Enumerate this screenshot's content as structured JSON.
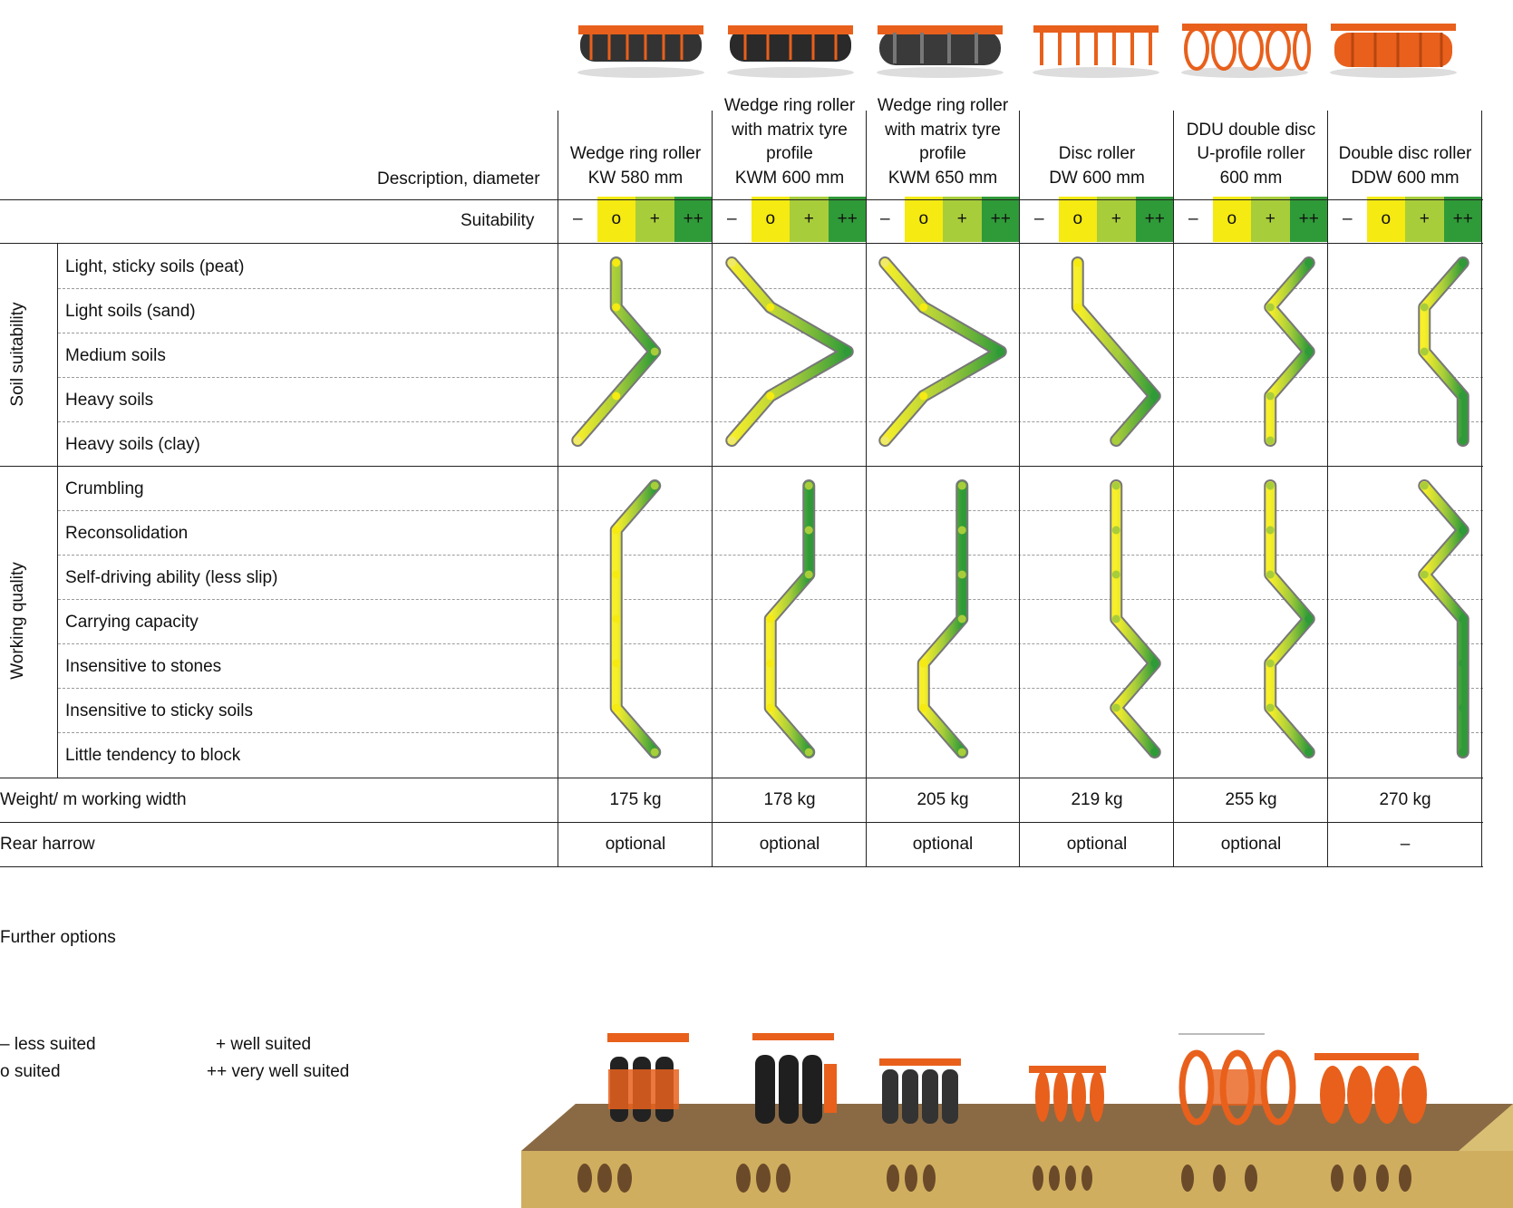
{
  "header": {
    "description_label": "Description, diameter",
    "suitability_label": "Suitability",
    "scale_symbols": [
      "–",
      "o",
      "+",
      "++"
    ]
  },
  "rollers": [
    {
      "lines": [
        "Wedge ring roller",
        "KW 580 mm"
      ],
      "weight": "175 kg",
      "rear_harrow": "optional"
    },
    {
      "lines": [
        "Wedge ring roller",
        "with matrix tyre",
        "profile",
        "KWM 600 mm"
      ],
      "weight": "178 kg",
      "rear_harrow": "optional"
    },
    {
      "lines": [
        "Wedge ring roller",
        "with matrix tyre",
        "profile",
        "KWM 650 mm"
      ],
      "weight": "205 kg",
      "rear_harrow": "optional"
    },
    {
      "lines": [
        "Disc roller",
        "DW 600 mm"
      ],
      "weight": "219 kg",
      "rear_harrow": "optional"
    },
    {
      "lines": [
        "DDU double disc",
        "U-profile roller",
        "600 mm"
      ],
      "weight": "255 kg",
      "rear_harrow": "optional"
    },
    {
      "lines": [
        "Double disc roller",
        "DDW 600 mm"
      ],
      "weight": "270 kg",
      "rear_harrow": "–"
    }
  ],
  "groups": [
    {
      "label": "Soil suitability",
      "rows": [
        "Light, sticky soils (peat)",
        "Light soils (sand)",
        "Medium soils",
        "Heavy soils",
        "Heavy soils (clay)"
      ]
    },
    {
      "label": "Working quality",
      "rows": [
        "Crumbling",
        "Reconsolidation",
        "Self-driving ability (less slip)",
        "Carrying capacity",
        "Insensitive to stones",
        "Insensitive to sticky soils",
        "Little tendency to block"
      ]
    }
  ],
  "ratings_scale": {
    "less_suited": 1,
    "suited": 2,
    "well_suited": 3,
    "very_well_suited": 4
  },
  "ratings": {
    "soil": [
      [
        2,
        2,
        3,
        2,
        1
      ],
      [
        1,
        2,
        4,
        2,
        1
      ],
      [
        1,
        2,
        4,
        2,
        1
      ],
      [
        2,
        2,
        3,
        4,
        3
      ],
      [
        4,
        3,
        4,
        3,
        3
      ],
      [
        4,
        3,
        3,
        4,
        4
      ]
    ],
    "work": [
      [
        3,
        2,
        2,
        2,
        2,
        2,
        3
      ],
      [
        3,
        3,
        3,
        2,
        2,
        2,
        3
      ],
      [
        3,
        3,
        3,
        3,
        2,
        2,
        3
      ],
      [
        3,
        3,
        3,
        3,
        4,
        3,
        4
      ],
      [
        3,
        3,
        3,
        4,
        3,
        3,
        4
      ],
      [
        3,
        4,
        3,
        4,
        4,
        4,
        4
      ]
    ]
  },
  "rows_labels": {
    "weight": "Weight/ m working width",
    "rear_harrow": "Rear harrow"
  },
  "further_options": "Further options",
  "legend": {
    "less_suited": "–  less suited",
    "suited": "o  suited",
    "well_suited": "+ well suited",
    "very_well_suited": "++ very well suited"
  },
  "colors": {
    "orange": "#e8601c",
    "yellow": "#f5ea12",
    "light_green": "#a8cd3a",
    "dark_green": "#2f9a38",
    "soil": "#c9a35a"
  }
}
